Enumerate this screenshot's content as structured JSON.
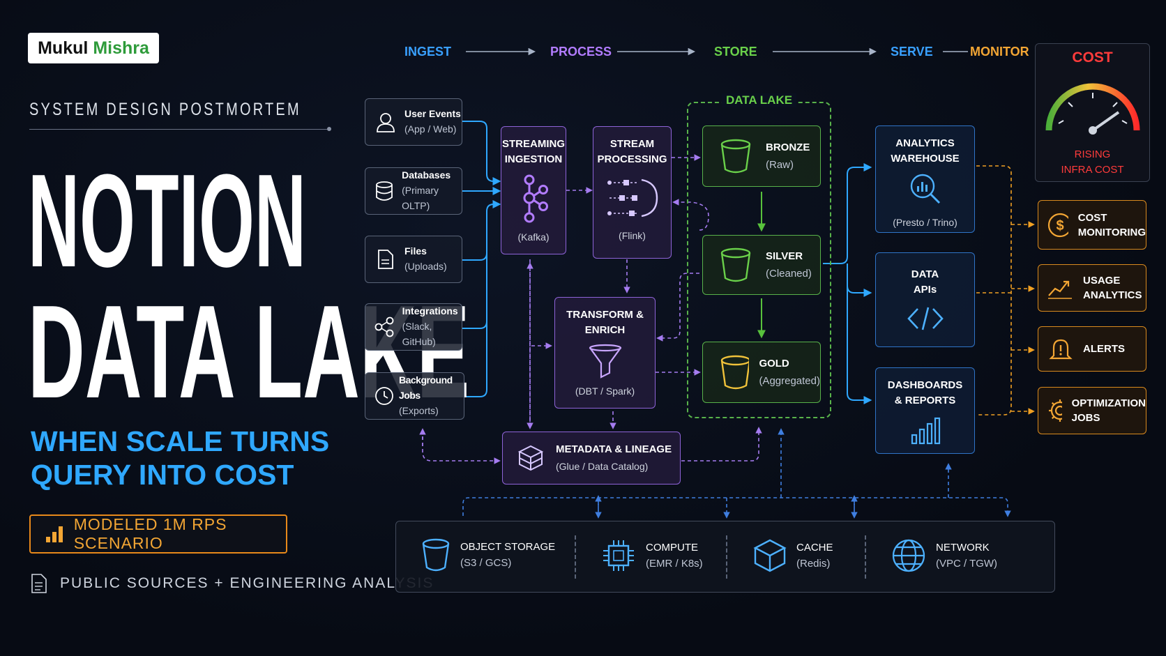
{
  "brand": {
    "first": "Mukul",
    "last": "Mishra"
  },
  "kicker": "SYSTEM DESIGN POSTMORTEM",
  "hero": {
    "line1": "NOTION",
    "line2": "DATA LAKE"
  },
  "subtitle": {
    "line1": "WHEN SCALE TURNS",
    "line2": "QUERY INTO COST"
  },
  "scenario_badge": "MODELED 1M RPS SCENARIO",
  "footer_note": "PUBLIC SOURCES + ENGINEERING ANALYSIS",
  "stages": [
    {
      "label": "INGEST",
      "color": "#39a0ff"
    },
    {
      "label": "PROCESS",
      "color": "#b27cff"
    },
    {
      "label": "STORE",
      "color": "#6ad14a"
    },
    {
      "label": "SERVE",
      "color": "#39a0ff"
    },
    {
      "label": "MONITOR",
      "color": "#f3a634"
    }
  ],
  "sources": [
    {
      "title": "User Events",
      "sub": "(App / Web)",
      "icon": "user-icon"
    },
    {
      "title": "Databases",
      "sub": "(Primary OLTP)",
      "icon": "database-icon"
    },
    {
      "title": "Files",
      "sub": "(Uploads)",
      "icon": "file-icon"
    },
    {
      "title": "Integrations",
      "sub": "(Slack, GitHub)",
      "icon": "share-icon"
    },
    {
      "title": "Background Jobs",
      "sub": "(Exports)",
      "icon": "clock-icon"
    }
  ],
  "process": {
    "streaming": {
      "l1": "STREAMING",
      "l2": "INGESTION",
      "sub": "(Kafka)",
      "icon": "kafka-icon"
    },
    "stream_proc": {
      "l1": "STREAM",
      "l2": "PROCESSING",
      "sub": "(Flink)",
      "icon": "flink-icon"
    },
    "transform": {
      "l1": "TRANSFORM &",
      "l2": "ENRICH",
      "sub": "(DBT / Spark)",
      "icon": "funnel-icon"
    },
    "metadata": {
      "title": "METADATA & LINEAGE",
      "sub": "(Glue / Data Catalog)",
      "icon": "cube-stack-icon"
    }
  },
  "data_lake": {
    "label": "DATA LAKE",
    "layers": [
      {
        "title": "BRONZE",
        "sub": "(Raw)",
        "color": "#6ad14a"
      },
      {
        "title": "SILVER",
        "sub": "(Cleaned)",
        "color": "#6ad14a"
      },
      {
        "title": "GOLD",
        "sub": "(Aggregated)",
        "color": "#f0c23a"
      }
    ]
  },
  "serve": [
    {
      "l1": "ANALYTICS",
      "l2": "WAREHOUSE",
      "sub": "(Presto / Trino)",
      "icon": "magnifier-chart-icon"
    },
    {
      "l1": "DATA",
      "l2": "APIs",
      "sub": "",
      "icon": "code-icon"
    },
    {
      "l1": "DASHBOARDS",
      "l2": "& REPORTS",
      "sub": "",
      "icon": "bar-chart-icon"
    }
  ],
  "cost": {
    "title": "COST",
    "l1": "RISING",
    "l2": "INFRA COST"
  },
  "monitor": [
    {
      "l1": "COST",
      "l2": "MONITORING",
      "icon": "dollar-icon"
    },
    {
      "l1": "USAGE",
      "l2": "ANALYTICS",
      "icon": "trend-icon"
    },
    {
      "l1": "ALERTS",
      "l2": "",
      "icon": "bell-alert-icon"
    },
    {
      "l1": "OPTIMIZATION",
      "l2": "JOBS",
      "icon": "gear-icon"
    }
  ],
  "infra": [
    {
      "title": "OBJECT STORAGE",
      "sub": "(S3 / GCS)",
      "icon": "bucket-icon"
    },
    {
      "title": "COMPUTE",
      "sub": "(EMR / K8s)",
      "icon": "chip-icon"
    },
    {
      "title": "CACHE",
      "sub": "(Redis)",
      "icon": "cube-icon"
    },
    {
      "title": "NETWORK",
      "sub": "(VPC / TGW)",
      "icon": "globe-icon"
    }
  ]
}
